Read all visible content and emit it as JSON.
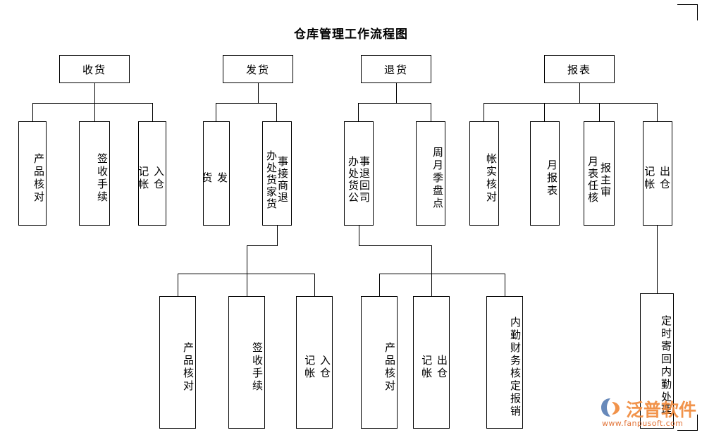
{
  "document": {
    "title": "仓库管理工作流程图",
    "background_color": "#ffffff",
    "line_color": "#000000"
  },
  "watermark": {
    "brand": "泛普软件",
    "url": "www.fanpusoft.com",
    "brand_color": "#f08a3c",
    "logo_accent_color": "#5b7fb5"
  },
  "flowchart": {
    "type": "tree-diagram",
    "columns": [
      {
        "id": "receiving",
        "header": "收货",
        "children": [
          "产品核对",
          "签收手续",
          "入仓\n记帐"
        ]
      },
      {
        "id": "shipping",
        "header": "发货",
        "children": [
          "发\n货",
          "事接商退\n办处货家货"
        ],
        "sub_branch_parent": "事接商退 / 办处货家货",
        "sub_children": [
          "产品核对",
          "签收手续",
          "入仓\n记帐"
        ]
      },
      {
        "id": "returns",
        "header": "退货",
        "children": [
          "事退回司\n办处货公",
          "周月季盘点"
        ],
        "sub_branch_parent": "事退回司 / 办处货公",
        "sub_children": [
          "产品核对",
          "出仓\n记帐",
          "内勤财务核定报销"
        ]
      },
      {
        "id": "reports",
        "header": "报表",
        "children": [
          "帐实核对",
          "月报表",
          "报主审\n月表任核",
          "出仓\n记帐"
        ],
        "sub_branch_parent": "出仓 记帐",
        "sub_children": [
          "定时寄回内勤处理"
        ]
      }
    ],
    "nodes": {
      "header_receiving": "收货",
      "header_shipping": "发货",
      "header_returns": "退货",
      "header_reports": "报表",
      "r1": "产品核对",
      "r2": "签收手续",
      "r3": "入仓\n记帐",
      "s1": "发\n货",
      "s2_left": "办处货家货",
      "s2_right": "事接商退",
      "s3": "产品核对",
      "s4": "签收手续",
      "s5": "入仓\n记帐",
      "t1_left": "办处货公",
      "t1_right": "事退回司",
      "t2": "周月季盘点",
      "t3": "产品核对",
      "t4": "出仓\n记帐",
      "t5": "内勤财务核定报销",
      "p1": "帐实核对",
      "p2": "月报表",
      "p3_left": "月表任核",
      "p3_right": "报主审",
      "p4": "出仓\n记帐",
      "p5": "定时寄回内勤处理"
    }
  }
}
